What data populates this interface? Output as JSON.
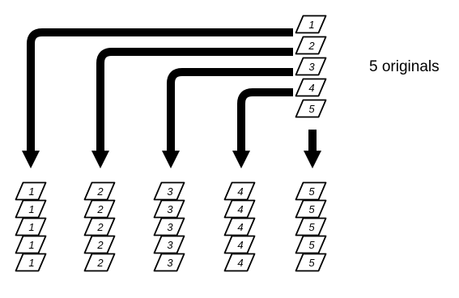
{
  "originals": {
    "label": "5 originals",
    "pages": [
      "1",
      "2",
      "3",
      "4",
      "5"
    ]
  },
  "sorted_stacks": [
    {
      "page": "1",
      "copies": [
        "1",
        "1",
        "1",
        "1",
        "1"
      ]
    },
    {
      "page": "2",
      "copies": [
        "2",
        "2",
        "2",
        "2",
        "2"
      ]
    },
    {
      "page": "3",
      "copies": [
        "3",
        "3",
        "3",
        "3",
        "3"
      ]
    },
    {
      "page": "4",
      "copies": [
        "4",
        "4",
        "4",
        "4",
        "4"
      ]
    },
    {
      "page": "5",
      "copies": [
        "5",
        "5",
        "5",
        "5",
        "5"
      ]
    }
  ]
}
